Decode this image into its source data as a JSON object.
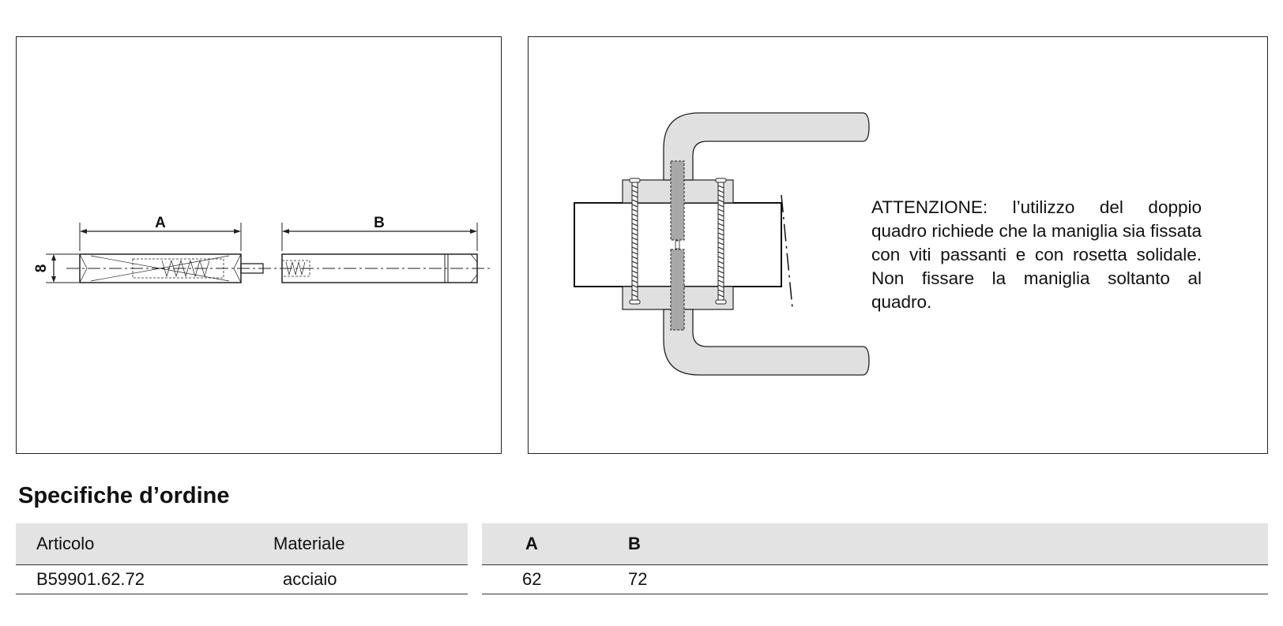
{
  "drawings": {
    "left": {
      "dim_a": "A",
      "dim_b": "B",
      "dim_side": "8"
    }
  },
  "warning": {
    "text": "ATTENZIONE: l’utilizzo del doppio quadro richiede che la maniglia sia fissata con viti passanti e con rosetta solidale. Non fissare la maniglia soltanto al quadro."
  },
  "order": {
    "title": "Specifiche d’ordine",
    "headers": {
      "articolo": "Articolo",
      "materiale": "Materiale",
      "a": "A",
      "b": "B"
    },
    "rows": [
      {
        "articolo": "B59901.62.72",
        "materiale": "acciaio",
        "a": "62",
        "b": "72"
      }
    ]
  }
}
